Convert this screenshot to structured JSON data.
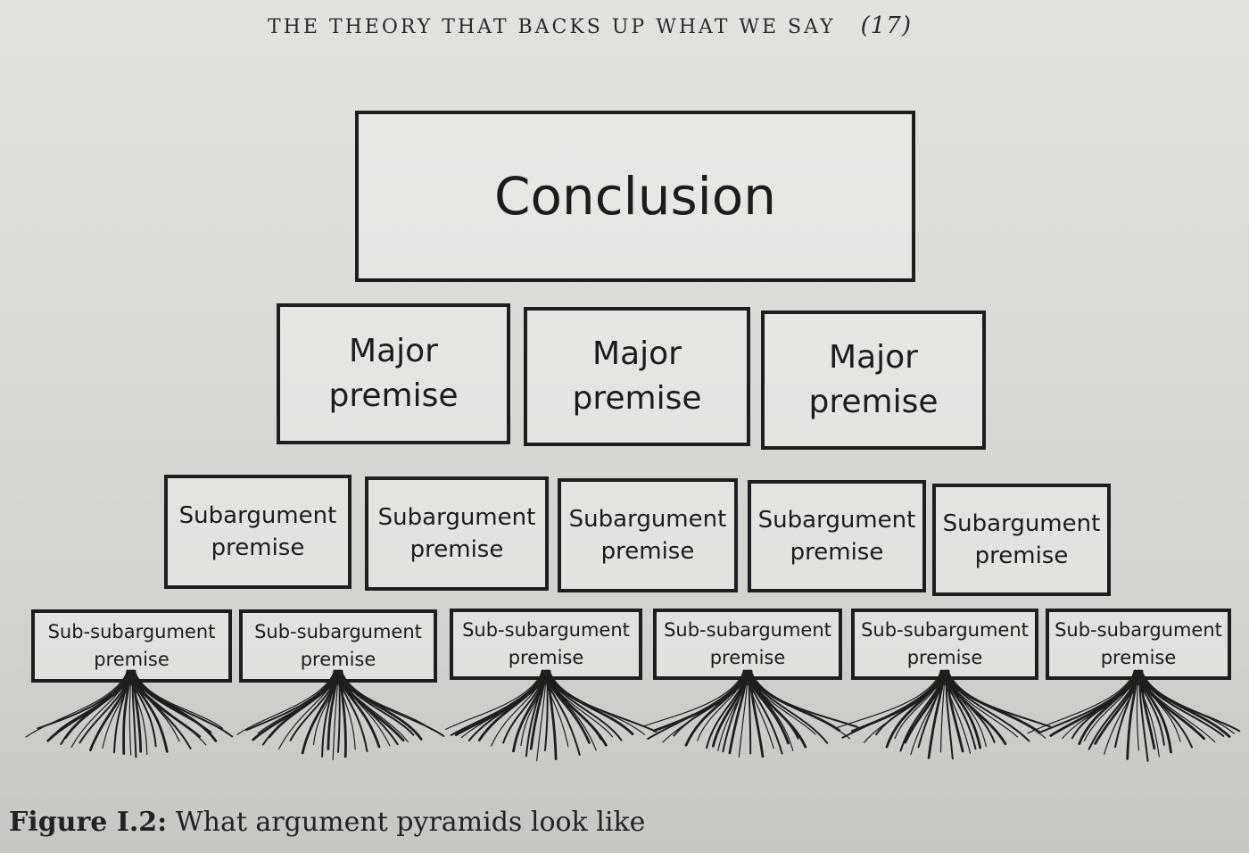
{
  "header": {
    "title": "THE THEORY THAT BACKS UP WHAT WE SAY",
    "page_number": "(17)"
  },
  "diagram": {
    "conclusion": "Conclusion",
    "major_premises": [
      "Major\npremise",
      "Major\npremise",
      "Major\npremise"
    ],
    "subargument_premises": [
      "Subargument\npremise",
      "Subargument\npremise",
      "Subargument\npremise",
      "Subargument\npremise",
      "Subargument\npremise"
    ],
    "sub_subargument_premises": [
      "Sub-subargument\npremise",
      "Sub-subargument\npremise",
      "Sub-subargument\npremise",
      "Sub-subargument\npremise",
      "Sub-subargument\npremise",
      "Sub-subargument\npremise"
    ]
  },
  "caption": {
    "label": "Figure I.2:",
    "text": " What argument pyramids look like"
  }
}
